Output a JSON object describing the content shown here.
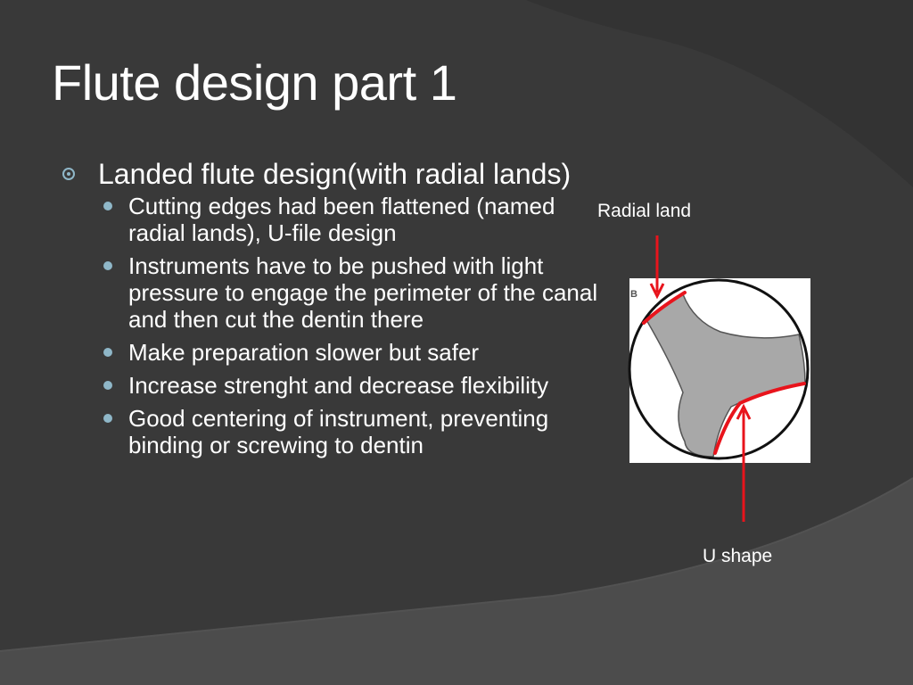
{
  "slide": {
    "title": "Flute design part 1",
    "main_bullet": "Landed flute design(with radial lands)",
    "sub_bullets": [
      "Cutting edges had been flattened (named radial lands), U-file design",
      "Instruments have to be pushed with light pressure to engage the perimeter of the canal and then cut the dentin there",
      "Make preparation slower but safer",
      "Increase strenght and decrease flexibility",
      "Good centering of instrument, preventing binding or screwing to dentin"
    ]
  },
  "figure": {
    "corner_letter": "B",
    "label_radial_land": "Radial land",
    "label_u_shape": "U shape"
  },
  "colors": {
    "background": "#393939",
    "text": "#ffffff",
    "bullet": "#8fb7c8",
    "annotation": "#e8141c",
    "cross_section_fill": "#a8a8a8"
  }
}
